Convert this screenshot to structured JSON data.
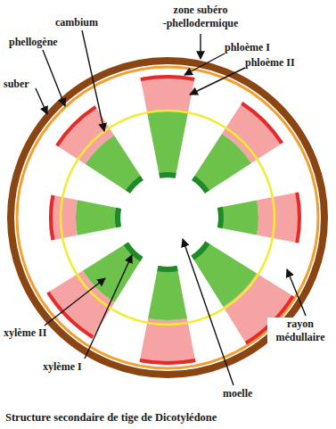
{
  "diagram": {
    "caption": "Structure secondaire de tige de Dicotylédone",
    "labels": [
      "zone subéro -phellodermique",
      "cambium",
      "phellogène",
      "phloème I",
      "phloème II",
      "suber",
      "rayon médullaire",
      "xylème II",
      "xylème I",
      "moelle"
    ]
  }
}
